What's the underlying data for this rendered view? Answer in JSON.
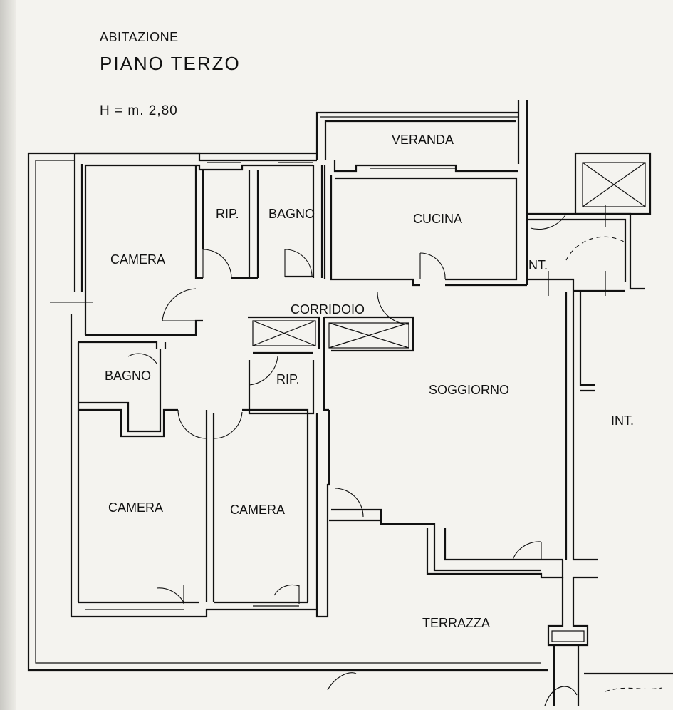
{
  "header": {
    "line1": "ABITAZIONE",
    "line2": "PIANO TERZO",
    "line3": "H = m. 2,80"
  },
  "rooms": {
    "camera_top": "CAMERA",
    "rip_top": "RIP.",
    "bagno_top": "BAGNO",
    "cucina": "CUCINA",
    "veranda": "VERANDA",
    "int_top": "INT.",
    "corridoio": "CORRIDOIO",
    "bagno_left": "BAGNO",
    "rip_mid": "RIP.",
    "soggiorno": "SOGGIORNO",
    "int_right": "INT.",
    "camera_bl": "CAMERA",
    "camera_bm": "CAMERA",
    "terrazza": "TERRAZZA"
  },
  "colors": {
    "paper": "#f4f3ef",
    "ink": "#111111"
  }
}
